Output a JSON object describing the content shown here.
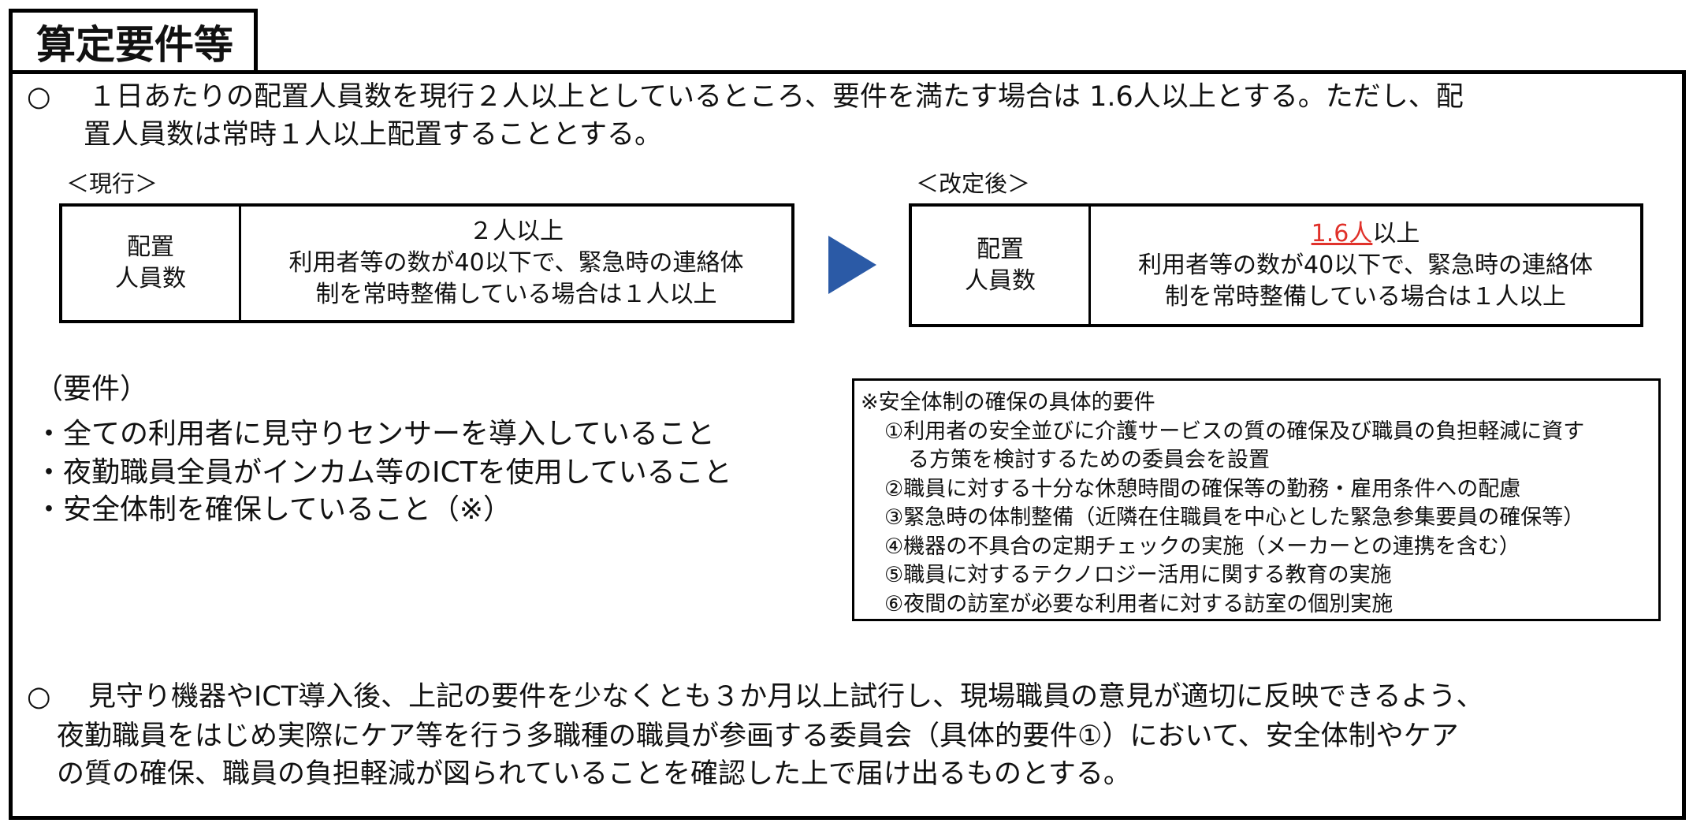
{
  "title": "算定要件等",
  "intro": {
    "bullet": "○",
    "line1": "１日あたりの配置人員数を現行２人以上としているところ、要件を満たす場合は 1.6人以上とする。ただし、配",
    "line2": "置人員数は常時１人以上配置することとする。"
  },
  "current": {
    "label": "＜現行＞",
    "header_line1": "配置",
    "header_line2": "人員数",
    "value_line1": "２人以上",
    "value_line2": "利用者等の数が40以下で、緊急時の連絡体",
    "value_line3": "制を常時整備している場合は１人以上"
  },
  "revised": {
    "label": "＜改定後＞",
    "header_line1": "配置",
    "header_line2": "人員数",
    "value_highlight": "1.6人",
    "value_rest": "以上",
    "value_line2": "利用者等の数が40以下で、緊急時の連絡体",
    "value_line3": "制を常時整備している場合は１人以上"
  },
  "requirements": {
    "heading": "（要件）",
    "items": [
      "・全ての利用者に見守りセンサーを導入していること",
      "・夜勤職員全員がインカム等のICTを使用していること",
      "・安全体制を確保していること（※）"
    ]
  },
  "safety": {
    "heading": "※安全体制の確保の具体的要件",
    "item1_line1": "①利用者の安全並びに介護サービスの質の確保及び職員の負担軽減に資す",
    "item1_line2": "る方策を検討するための委員会を設置",
    "items": [
      "②職員に対する十分な休憩時間の確保等の勤務・雇用条件への配慮",
      "③緊急時の体制整備（近隣在住職員を中心とした緊急参集要員の確保等）",
      "④機器の不具合の定期チェックの実施（メーカーとの連携を含む）",
      "⑤職員に対するテクノロジー活用に関する教育の実施",
      "⑥夜間の訪室が必要な利用者に対する訪室の個別実施"
    ]
  },
  "closing": {
    "bullet": "○",
    "line1": "見守り機器やICT導入後、上記の要件を少なくとも３か月以上試行し、現場職員の意見が適切に反映できるよう、",
    "line2": "夜勤職員をはじめ実際にケア等を行う多職種の職員が参画する委員会（具体的要件①）において、安全体制やケア",
    "line3": "の質の確保、職員の負担軽減が図られていることを確認した上で届け出るものとする。"
  },
  "colors": {
    "arrow": "#2b5aa6",
    "highlight": "#e0312a"
  }
}
